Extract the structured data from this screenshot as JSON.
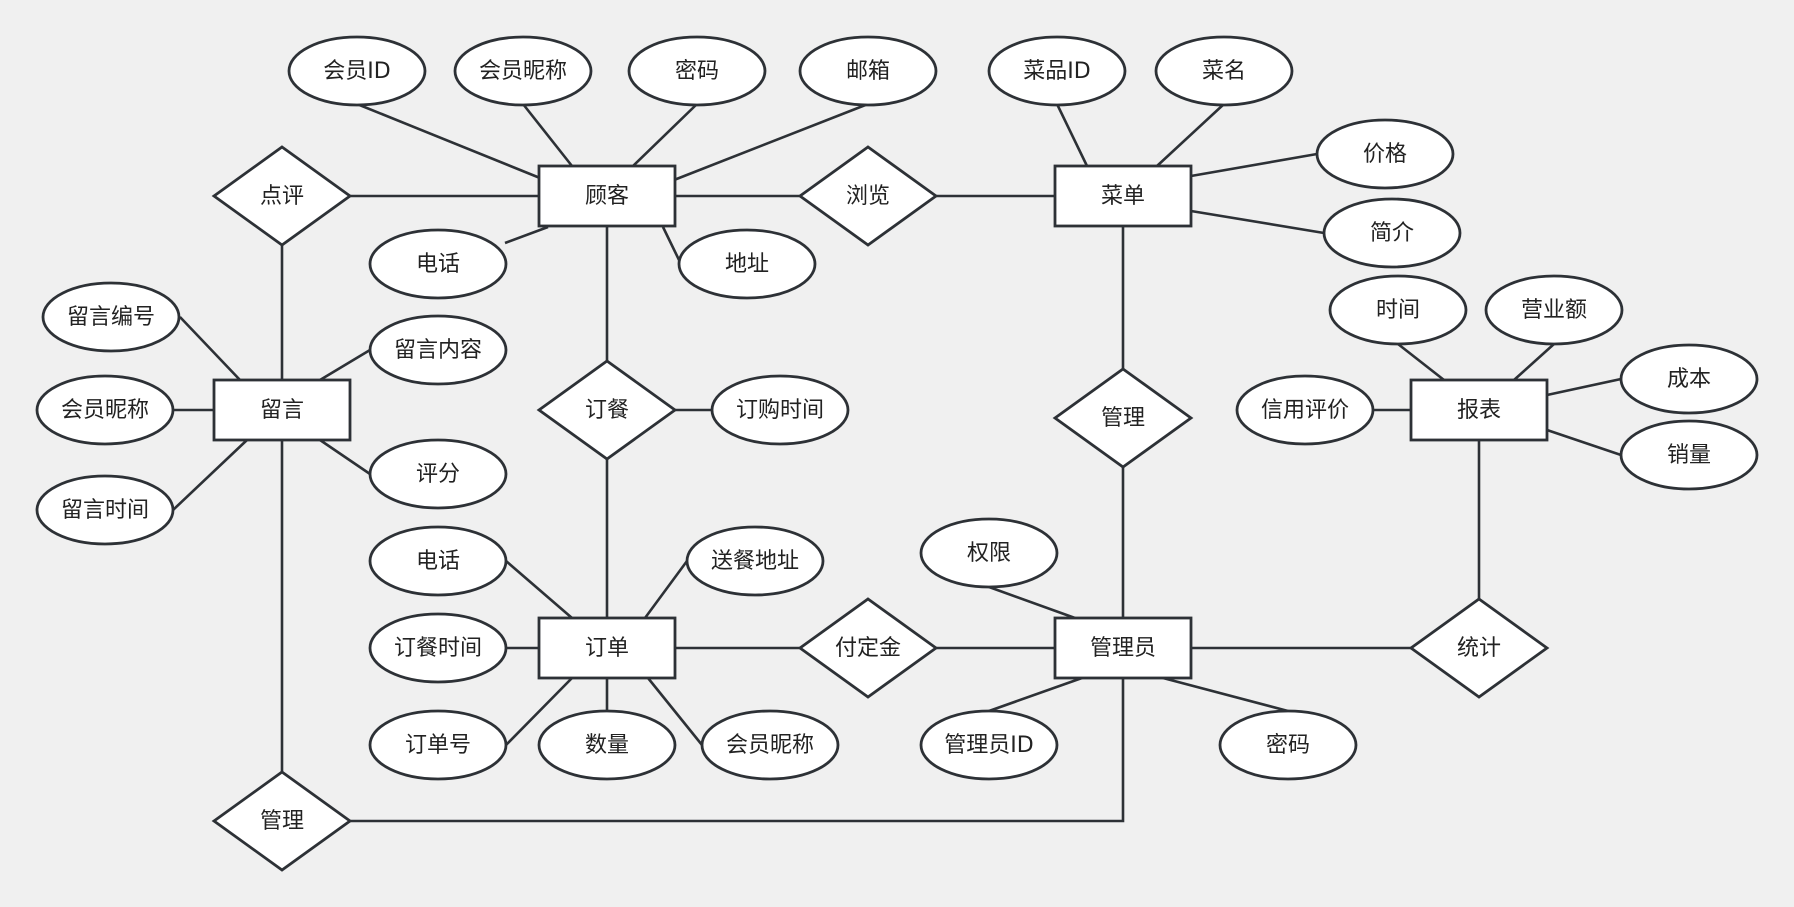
{
  "diagram": {
    "type": "er-diagram",
    "colors": {
      "background": "#f0f0f0",
      "fill": "#ffffff",
      "stroke": "#2d3136",
      "text": "#222222"
    },
    "entities": [
      {
        "id": "customer",
        "label": "顾客"
      },
      {
        "id": "menu",
        "label": "菜单"
      },
      {
        "id": "message",
        "label": "留言"
      },
      {
        "id": "order",
        "label": "订单"
      },
      {
        "id": "admin",
        "label": "管理员"
      },
      {
        "id": "report",
        "label": "报表"
      }
    ],
    "relationships": [
      {
        "id": "review",
        "label": "点评",
        "connects": [
          "customer",
          "message"
        ]
      },
      {
        "id": "browse",
        "label": "浏览",
        "connects": [
          "customer",
          "menu"
        ]
      },
      {
        "id": "place-order",
        "label": "订餐",
        "connects": [
          "customer",
          "order"
        ]
      },
      {
        "id": "manage-menu",
        "label": "管理",
        "connects": [
          "menu",
          "admin"
        ]
      },
      {
        "id": "pay-deposit",
        "label": "付定金",
        "connects": [
          "order",
          "admin"
        ]
      },
      {
        "id": "statistics",
        "label": "统计",
        "connects": [
          "admin",
          "report"
        ]
      },
      {
        "id": "manage-message",
        "label": "管理",
        "connects": [
          "message",
          "admin"
        ]
      }
    ],
    "attributes": [
      {
        "id": "cust-id",
        "label": "会员ID",
        "of": "customer"
      },
      {
        "id": "cust-nick",
        "label": "会员昵称",
        "of": "customer"
      },
      {
        "id": "cust-pwd",
        "label": "密码",
        "of": "customer"
      },
      {
        "id": "cust-email",
        "label": "邮箱",
        "of": "customer"
      },
      {
        "id": "cust-phone",
        "label": "电话",
        "of": "customer"
      },
      {
        "id": "cust-addr",
        "label": "地址",
        "of": "customer"
      },
      {
        "id": "dish-id",
        "label": "菜品ID",
        "of": "menu"
      },
      {
        "id": "dish-name",
        "label": "菜名",
        "of": "menu"
      },
      {
        "id": "dish-price",
        "label": "价格",
        "of": "menu"
      },
      {
        "id": "dish-intro",
        "label": "简介",
        "of": "menu"
      },
      {
        "id": "msg-no",
        "label": "留言编号",
        "of": "message"
      },
      {
        "id": "msg-content",
        "label": "留言内容",
        "of": "message"
      },
      {
        "id": "msg-nick",
        "label": "会员昵称",
        "of": "message"
      },
      {
        "id": "msg-time",
        "label": "留言时间",
        "of": "message"
      },
      {
        "id": "msg-score",
        "label": "评分",
        "of": "message"
      },
      {
        "id": "order-buytime",
        "label": "订购时间",
        "of": "place-order"
      },
      {
        "id": "ord-phone",
        "label": "电话",
        "of": "order"
      },
      {
        "id": "ord-addr",
        "label": "送餐地址",
        "of": "order"
      },
      {
        "id": "ord-time",
        "label": "订餐时间",
        "of": "order"
      },
      {
        "id": "ord-no",
        "label": "订单号",
        "of": "order"
      },
      {
        "id": "ord-qty",
        "label": "数量",
        "of": "order"
      },
      {
        "id": "ord-nick",
        "label": "会员昵称",
        "of": "order"
      },
      {
        "id": "adm-perm",
        "label": "权限",
        "of": "admin"
      },
      {
        "id": "adm-id",
        "label": "管理员ID",
        "of": "admin"
      },
      {
        "id": "adm-pwd",
        "label": "密码",
        "of": "admin"
      },
      {
        "id": "rep-time",
        "label": "时间",
        "of": "report"
      },
      {
        "id": "rep-revenue",
        "label": "营业额",
        "of": "report"
      },
      {
        "id": "rep-cost",
        "label": "成本",
        "of": "report"
      },
      {
        "id": "rep-credit",
        "label": "信用评价",
        "of": "report"
      },
      {
        "id": "rep-sales",
        "label": "销量",
        "of": "report"
      }
    ]
  }
}
